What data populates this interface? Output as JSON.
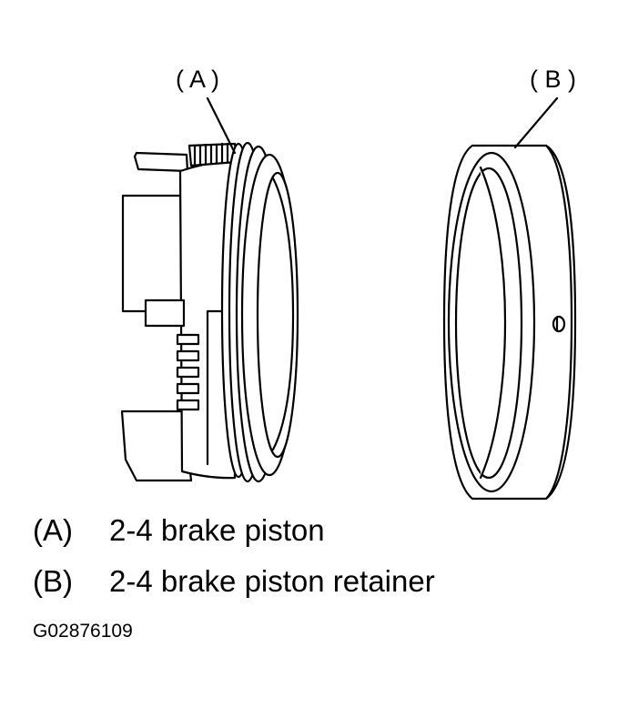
{
  "callouts": {
    "a": "( A )",
    "b": "( B )"
  },
  "legend": [
    {
      "key": "(A)",
      "text": "2-4 brake piston"
    },
    {
      "key": "(B)",
      "text": "2-4 brake piston retainer"
    }
  ],
  "figure_code": "G02876109"
}
